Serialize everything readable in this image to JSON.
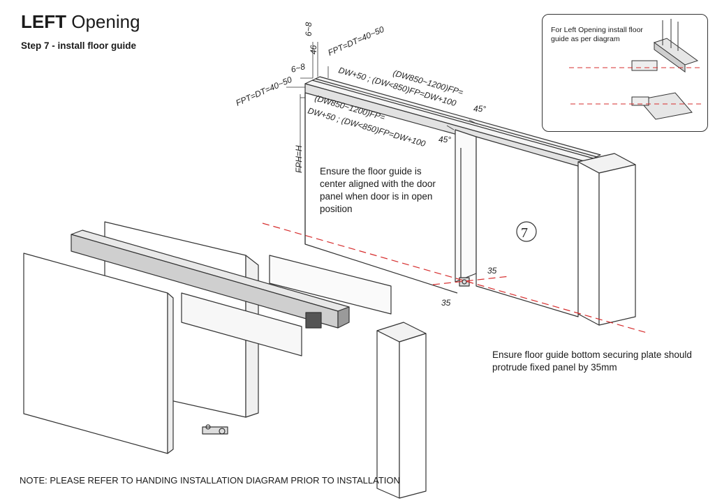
{
  "header": {
    "title_bold": "LEFT",
    "title_rest": " Opening",
    "step": "Step 7 - install floor guide"
  },
  "inset": {
    "caption": "For Left Opening install floor guide as per diagram"
  },
  "notes": {
    "center_align": "Ensure the floor guide is center aligned with the door panel when door is in open position",
    "protrude": "Ensure floor guide bottom securing plate should protrude fixed panel by 35mm",
    "bottom": "NOTE:  PLEASE REFER TO HANDING INSTALLATION DIAGRAM PRIOR TO INSTALLATION"
  },
  "dimensions": {
    "six_eight_top": "6~8",
    "forty_six": "46",
    "six_eight_left": "6~8",
    "fpt_right": "FPT=DT=40~50",
    "fpt_left": "FPT=DT=40~50",
    "dw_line1_top": "(DW850~1200)FP=",
    "dw_line2_top": "DW+50 ; (DW<850)FP=DW+100",
    "dw_line1_mid": "(DW850~1200)FP=",
    "dw_line2_mid": "DW+50 ; (DW<850)FP=DW+100",
    "angle_right": "45°",
    "angle_left": "45°",
    "fph": "FPH=H",
    "step_marker": "7",
    "d35_right": "35",
    "d35_left": "35"
  }
}
